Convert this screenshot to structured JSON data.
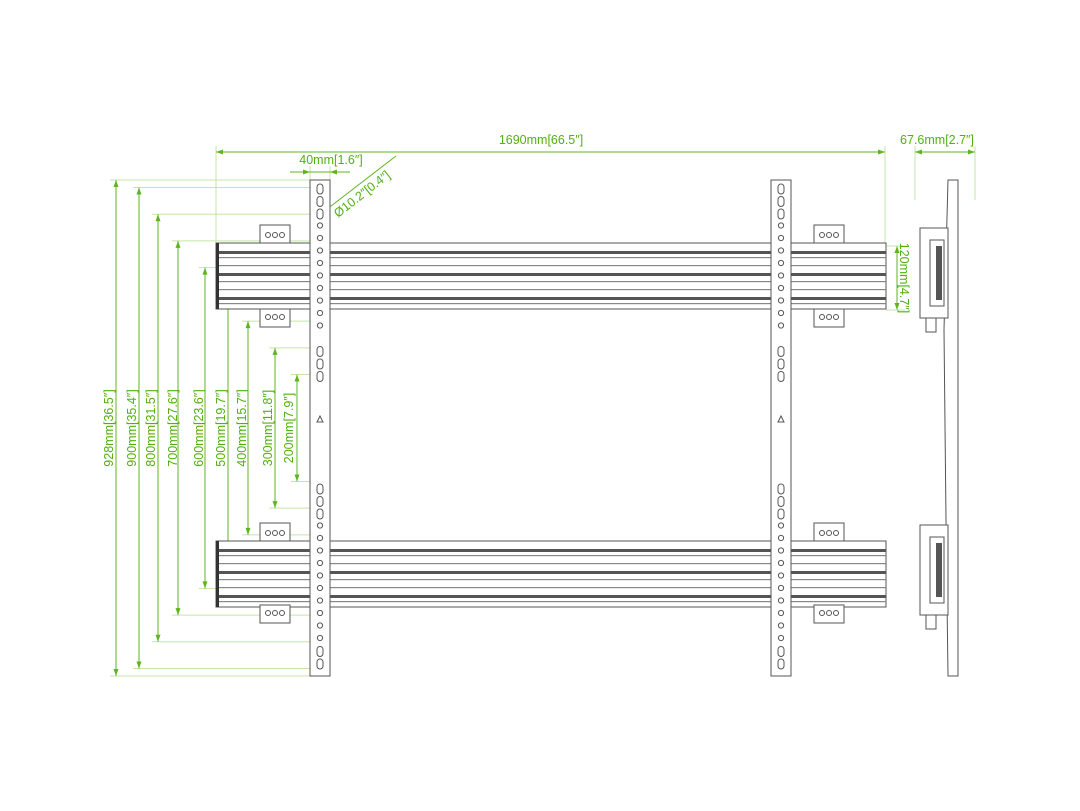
{
  "drawing": {
    "width_label": "1690mm[66.5″]",
    "depth_label": "67.6mm[2.7″]",
    "spacing_label": "40mm[1.6″]",
    "hole_label": "Ø10.2″[0.4″]",
    "rail_height_label": "120mm[4.7″]",
    "vertical_labels": [
      "928mm[36.5″]",
      "900mm[35.4″]",
      "800mm[31.5″]",
      "700mm[27.6″]",
      "600mm[23.6″]",
      "500mm[19.7″]",
      "400mm[15.7″]",
      "300mm[11.8″]",
      "200mm[7.9″]"
    ],
    "accent_color": "#52b010"
  }
}
